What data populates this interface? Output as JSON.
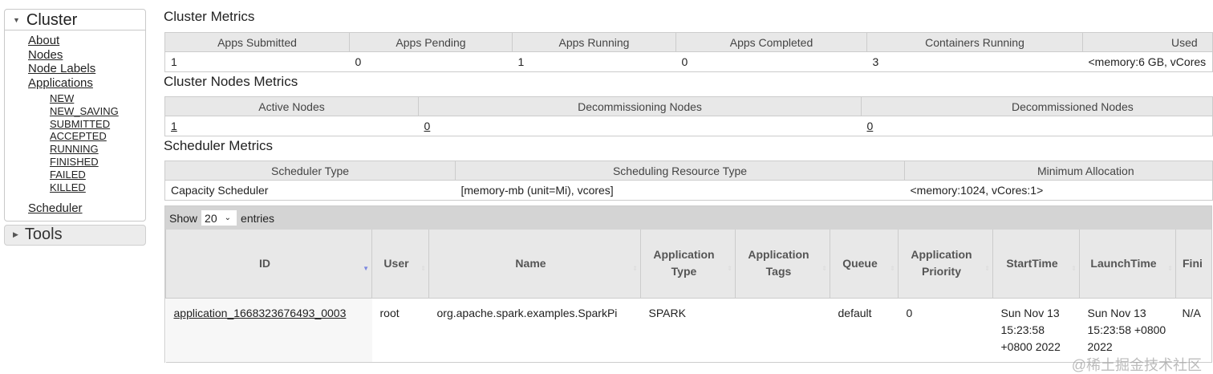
{
  "sidebar": {
    "cluster_title": "Cluster",
    "links": [
      "About",
      "Nodes",
      "Node Labels",
      "Applications"
    ],
    "states": [
      "NEW",
      "NEW_SAVING",
      "SUBMITTED",
      "ACCEPTED",
      "RUNNING",
      "FINISHED",
      "FAILED",
      "KILLED"
    ],
    "scheduler": "Scheduler",
    "tools_title": "Tools"
  },
  "cluster_metrics": {
    "title": "Cluster Metrics",
    "headers": [
      "Apps Submitted",
      "Apps Pending",
      "Apps Running",
      "Apps Completed",
      "Containers Running",
      "Used"
    ],
    "values": [
      "1",
      "0",
      "1",
      "0",
      "3",
      "<memory:6 GB, vCores"
    ]
  },
  "nodes_metrics": {
    "title": "Cluster Nodes Metrics",
    "headers": [
      "Active Nodes",
      "Decommissioning Nodes",
      "Decommissioned Nodes"
    ],
    "values": [
      "1",
      "0",
      "0"
    ]
  },
  "scheduler_metrics": {
    "title": "Scheduler Metrics",
    "headers": [
      "Scheduler Type",
      "Scheduling Resource Type",
      "Minimum Allocation"
    ],
    "values": [
      "Capacity Scheduler",
      "[memory-mb (unit=Mi), vcores]",
      "<memory:1024, vCores:1>"
    ]
  },
  "apps": {
    "show_label": "Show",
    "page_size": "20",
    "entries_label": "entries",
    "headers": [
      "ID",
      "User",
      "Name",
      "Application Type",
      "Application Tags",
      "Queue",
      "Application Priority",
      "StartTime",
      "LaunchTime",
      "Fini"
    ],
    "rows": [
      [
        "application_1668323676493_0003",
        "root",
        "org.apache.spark.examples.SparkPi",
        "SPARK",
        "",
        "default",
        "0",
        "Sun Nov 13 15:23:58 +0800 2022",
        "Sun Nov 13 15:23:58 +0800 2022",
        "N/A"
      ]
    ]
  },
  "watermark": "@稀土掘金技术社区"
}
